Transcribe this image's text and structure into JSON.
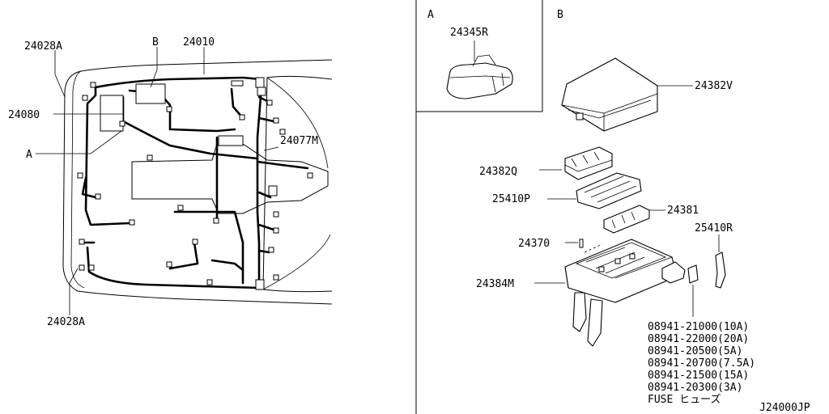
{
  "left_view": {
    "labels": {
      "top_left_connector": "24028A",
      "section_b": "B",
      "main_harness": "24010",
      "left_harness": "24080",
      "section_a": "A",
      "right_harness": "24077M",
      "bottom_left_connector": "24028A"
    }
  },
  "detail_a": {
    "title": "A",
    "part": "24345R"
  },
  "detail_b": {
    "title": "B",
    "parts": {
      "cover": "24382V",
      "bracket_q": "24382Q",
      "holder_p": "25410P",
      "block": "24381",
      "puller": "25410R",
      "clip": "24370",
      "fuse_box": "24384M"
    },
    "fuses": [
      "08941-21000(10A)",
      "08941-22000(20A)",
      "08941-20500(5A)",
      "08941-20700(7.5A)",
      "08941-21500(15A)",
      "08941-20300(3A)"
    ],
    "fuse_caption": "FUSE ヒューズ"
  },
  "footer": {
    "diagram_code": "J24000JP"
  }
}
